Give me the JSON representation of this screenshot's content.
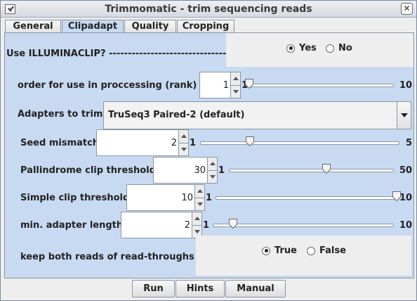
{
  "window": {
    "title": "Trimmomatic - trim sequencing reads"
  },
  "tabs": [
    {
      "label": "General"
    },
    {
      "label": "Clipadapt",
      "active": true
    },
    {
      "label": "Quality"
    },
    {
      "label": "Cropping"
    }
  ],
  "illuminaclip": {
    "label": "Use ILLUMINACLIP?  -----------------------------------------",
    "options": [
      {
        "label": "Yes",
        "selected": true
      },
      {
        "label": "No",
        "selected": false
      }
    ]
  },
  "rank": {
    "label": "order for use in proccessing (rank)",
    "value": "1",
    "min": "1",
    "max": "10",
    "level": 1,
    "range": [
      1,
      10
    ]
  },
  "adapters": {
    "label": "Adapters to trim",
    "selected": "TruSeq3 Paired-2 (default)"
  },
  "seed_mismatch": {
    "label": "Seed mismatch",
    "value": "2",
    "min": "1",
    "max": "5",
    "level": 2,
    "range": [
      1,
      5
    ]
  },
  "palindrome": {
    "label": "Pallindrome clip threshold",
    "value": "30",
    "min": "1",
    "max": "50",
    "level": 30,
    "range": [
      1,
      50
    ]
  },
  "simple_clip": {
    "label": "Simple clip threshold",
    "value": "10",
    "min": "1",
    "max": "10",
    "level": 10,
    "range": [
      1,
      10
    ]
  },
  "min_adapter": {
    "label": "min. adapter length",
    "value": "2",
    "min": "1",
    "max": "10",
    "level": 2,
    "range": [
      1,
      10
    ]
  },
  "keep_both": {
    "label": "keep both reads of read-throughs",
    "options": [
      {
        "label": "True",
        "selected": true
      },
      {
        "label": "False",
        "selected": false
      }
    ]
  },
  "buttons": {
    "run": "Run",
    "hints": "Hints",
    "manual": "Manual"
  },
  "colors": {
    "panel_bg": "#c8daf2",
    "window_bg": "#eeeeee"
  }
}
